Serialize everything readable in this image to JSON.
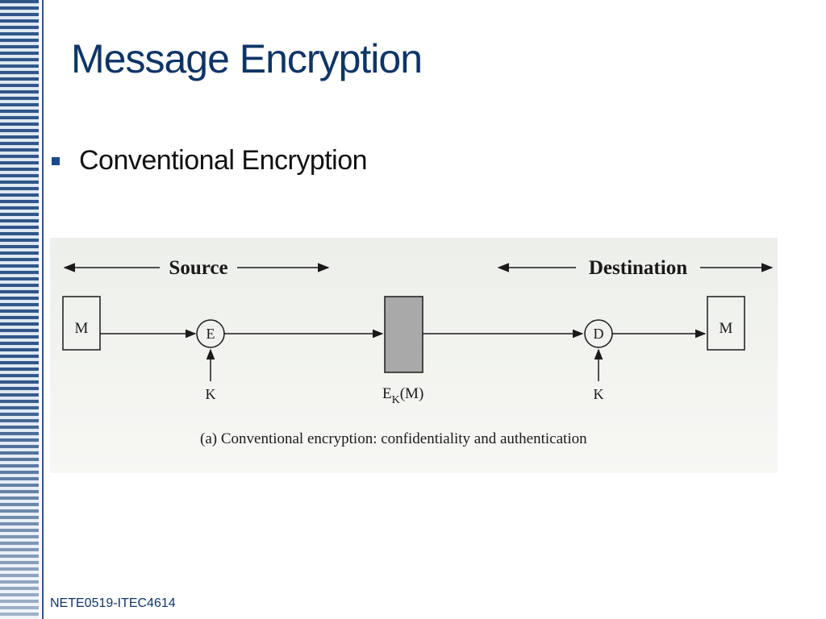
{
  "slide": {
    "title": "Message Encryption",
    "bullet": "Conventional Encryption",
    "footer": "NETE0519-ITEC4614"
  },
  "diagram": {
    "source_label": "Source",
    "destination_label": "Destination",
    "source_message": "M",
    "encrypt_label": "E",
    "encrypt_key": "K",
    "ciphertext_main": "E",
    "ciphertext_sub": "K",
    "ciphertext_arg": "(M)",
    "decrypt_label": "D",
    "decrypt_key": "K",
    "dest_message": "M",
    "caption": "(a) Conventional encryption: confidentiality and authentication"
  },
  "colors": {
    "title": "#0f3566",
    "stripe": "#2f5789",
    "bullet": "#1a4a8c",
    "cipher_box": "#a9a9a9"
  }
}
